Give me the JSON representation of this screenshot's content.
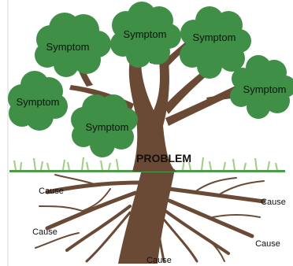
{
  "labels": {
    "symptom": "Symptom",
    "problem": "PROBLEM",
    "cause": "Cause"
  },
  "colors": {
    "canopy": "#3f8f47",
    "canopy_edge": "#2f6f36",
    "trunk": "#6b4a35",
    "grass": "#9ccf7a",
    "ground_line": "#4b9b4b"
  }
}
